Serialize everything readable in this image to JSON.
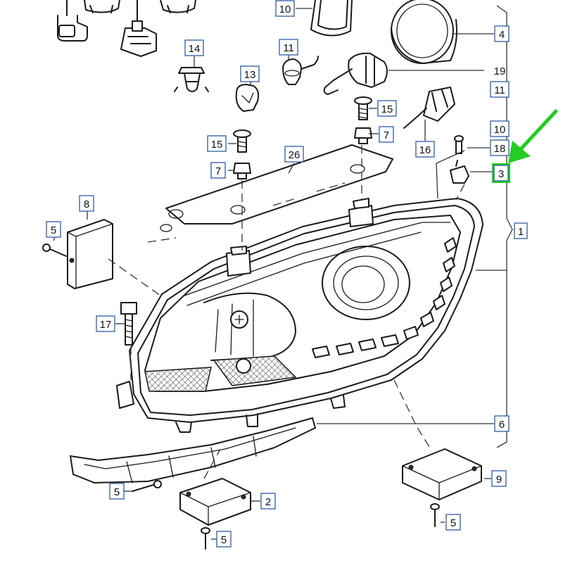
{
  "callouts": {
    "c10_top": "10",
    "c4": "4",
    "c19": "19",
    "c11_right": "11",
    "c14": "14",
    "c11_mid": "11",
    "c13": "13",
    "c15_right": "15",
    "c7_right": "7",
    "c16": "16",
    "c10_right": "10",
    "c18": "18",
    "c3": "3",
    "c15_left": "15",
    "c7_left": "7",
    "c26": "26",
    "c8": "8",
    "c5_left": "5",
    "c1": "1",
    "c17": "17",
    "c6": "6",
    "c9": "9",
    "c5_bottom_left": "5",
    "c2": "2",
    "c5_bottom_mid": "5",
    "c5_bottom_right": "5"
  },
  "colors": {
    "label_border": "#2f5aa0",
    "highlight": "#22cc22",
    "arrow": "#22cc22"
  }
}
